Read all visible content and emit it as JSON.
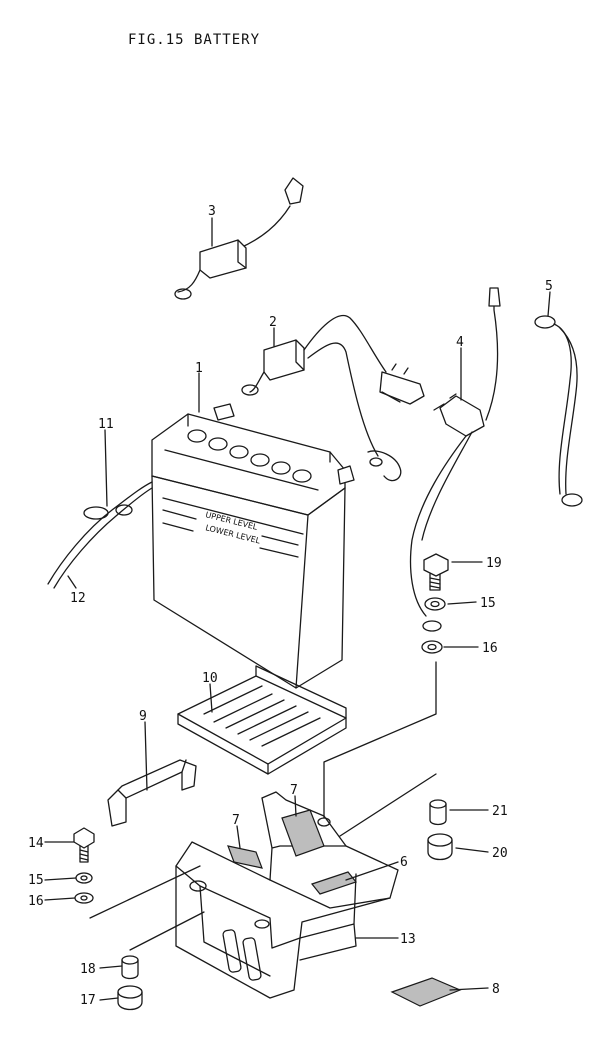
{
  "title": "FIG.15  BATTERY",
  "battery_text": {
    "upper": "UPPER LEVEL",
    "lower": "LOWER LEVEL"
  },
  "callouts": [
    "1",
    "2",
    "3",
    "4",
    "5",
    "6",
    "7",
    "7",
    "8",
    "9",
    "10",
    "11",
    "12",
    "13",
    "14",
    "15",
    "15",
    "16",
    "16",
    "17",
    "18",
    "19",
    "20",
    "21"
  ]
}
